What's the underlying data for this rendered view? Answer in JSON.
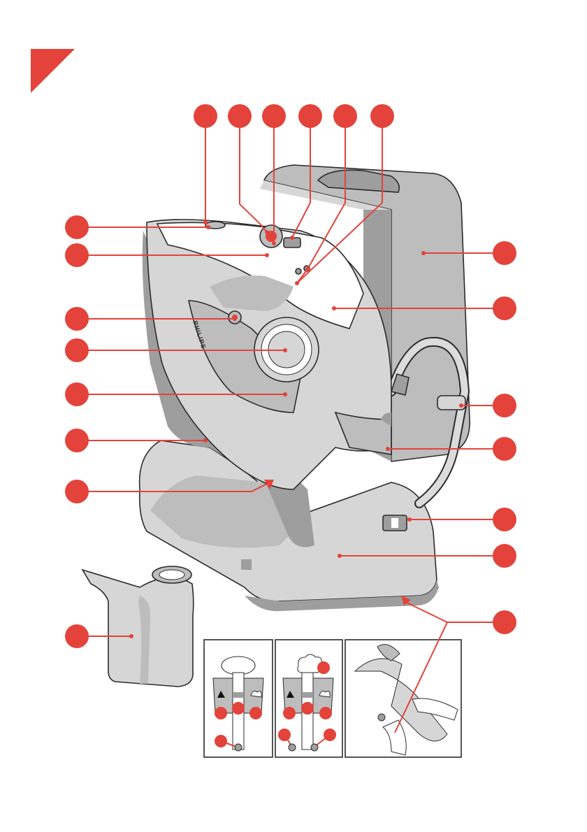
{
  "colors": {
    "accent": "#e3433a",
    "outline": "#2b2b2b",
    "light_grey": "#d6d6d6",
    "mid_grey": "#bdbdbd",
    "dark_grey": "#9e9e9e"
  },
  "figure": {
    "brand_label": "PHILIPS",
    "icons": [
      "corner-triangle-marker",
      "steam-iron",
      "storage-cover",
      "base-station",
      "water-jug",
      "steam-cloud-icon",
      "spray-icon",
      "drop-icon"
    ],
    "callout_count": 20,
    "inset_panel_count": 3
  }
}
